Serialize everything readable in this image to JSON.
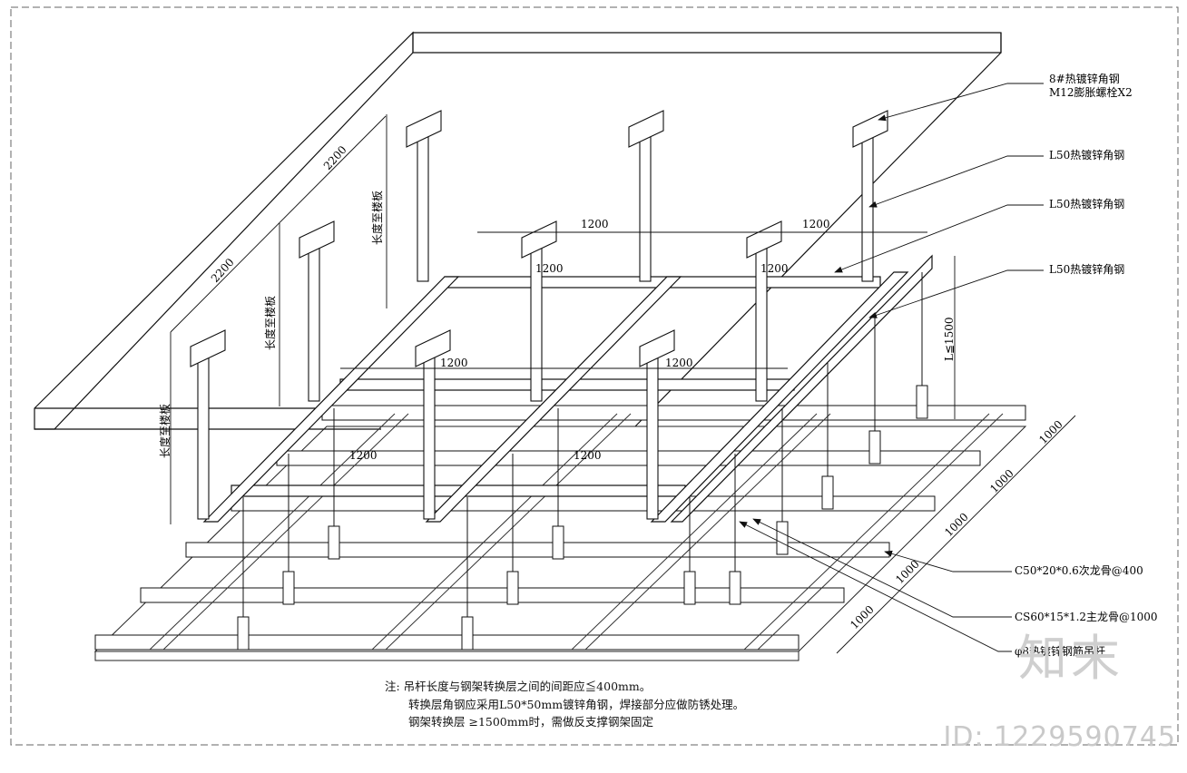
{
  "dimensions": {
    "slab_depth": "2200",
    "slab_width": "2200",
    "frame_span": "1200",
    "sub_span": "1200",
    "height_limit": "L≦1500",
    "grid_spacing": "1000",
    "rod_length_label": "长度至楼板"
  },
  "callouts": {
    "anchor": "8#热镀锌角钢",
    "bolt": "M12膨胀螺栓X2",
    "angle_1": "L50热镀锌角钢",
    "angle_2": "L50热镀锌角钢",
    "angle_3": "L50热镀锌角钢",
    "secondary_keel": "C50*20*0.6次龙骨@400",
    "main_keel": "CS60*15*1.2主龙骨@1000",
    "hanger_rod": "φ8热镀锌钢筋吊杆"
  },
  "notes": {
    "line1": "注:  吊杆长度与钢架转换层之间的间距应≦400mm。",
    "line2": "转换层角钢应采用L50*50mm镀锌角钢，焊接部分应做防锈处理。",
    "line3": "钢架转换层 ≥1500mm时，需做反支撑钢架固定"
  },
  "watermark": {
    "brand": "知末",
    "id": "ID: 1229590745"
  }
}
